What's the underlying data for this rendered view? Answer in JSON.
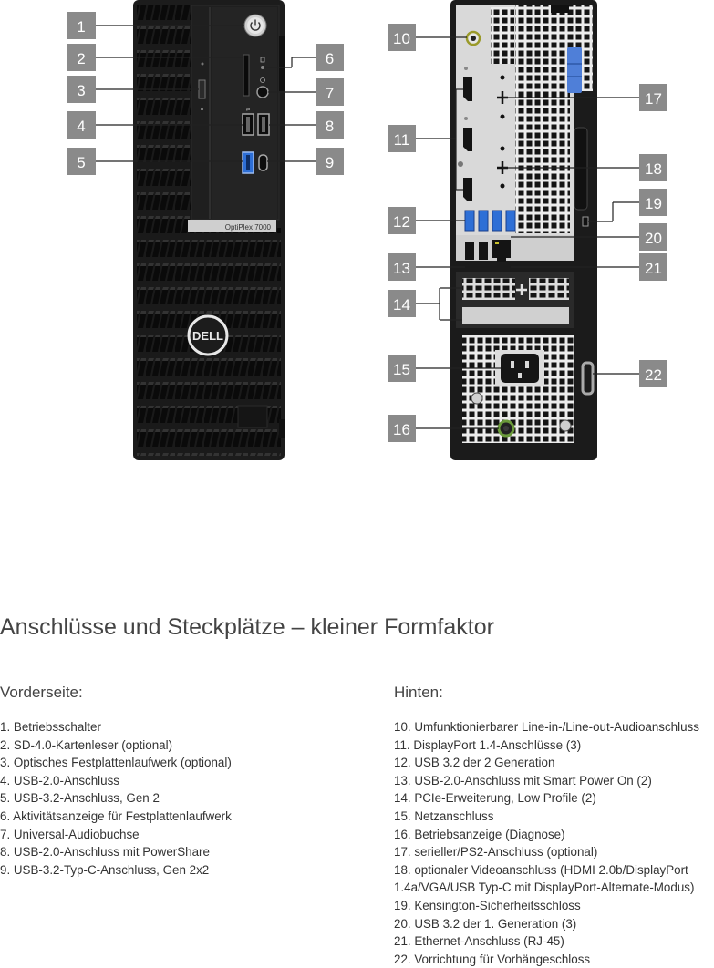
{
  "model_label": "OptiPlex 7000",
  "brand_logo_text": "DELL",
  "title": "Anschlüsse und Steckplätze – kleiner Formfaktor",
  "front": {
    "heading": "Vorderseite:",
    "items": [
      "1. Betriebsschalter",
      "2. SD-4.0-Kartenleser (optional)",
      "3. Optisches Festplattenlaufwerk (optional)",
      "4. USB-2.0-Anschluss",
      "5. USB-3.2-Anschluss, Gen 2",
      "6. Aktivitätsanzeige für Festplattenlaufwerk",
      "7. Universal-Audiobuchse",
      "8. USB-2.0-Anschluss mit PowerShare",
      "9. USB-3.2-Typ-C-Anschluss, Gen 2x2"
    ]
  },
  "rear": {
    "heading": "Hinten:",
    "items": [
      "10. Umfunktionierbarer Line-in-/Line-out-Audioanschluss",
      "11. DisplayPort 1.4-Anschlüsse (3)",
      "12. USB 3.2 der 2 Generation",
      "13. USB-2.0-Anschluss mit Smart Power On (2)",
      "14. PCIe-Erweiterung, Low Profile (2)",
      "15. Netzanschluss",
      "16. Betriebsanzeige (Diagnose)",
      "17. serieller/PS2-Anschluss (optional)",
      "18. optionaler Videoanschluss (HDMI 2.0b/DisplayPort",
      "1.4a/VGA/USB Typ-C mit DisplayPort-Alternate-Modus)",
      "19. Kensington-Sicherheitsschloss",
      "20. USB 3.2 der 1. Generation (3)",
      "21. Ethernet-Anschluss (RJ-45)",
      "22. Vorrichtung für Vorhängeschloss"
    ]
  },
  "callout_numbers": [
    "1",
    "2",
    "3",
    "4",
    "5",
    "6",
    "7",
    "8",
    "9",
    "10",
    "11",
    "12",
    "13",
    "14",
    "15",
    "16",
    "17",
    "18",
    "19",
    "20",
    "21",
    "22"
  ],
  "colors": {
    "callout_bg": "#8a8a8a",
    "callout_text": "#ffffff",
    "chassis": "#1c1c1c",
    "rear_panel": "#d9d9d9",
    "usb3_blue": "#2e6fd6",
    "serial_blue": "#4f7fd8"
  },
  "icons": [
    "power-button-icon",
    "headset-jack-icon",
    "usb-icon",
    "dell-logo-icon",
    "power-inlet-icon"
  ]
}
